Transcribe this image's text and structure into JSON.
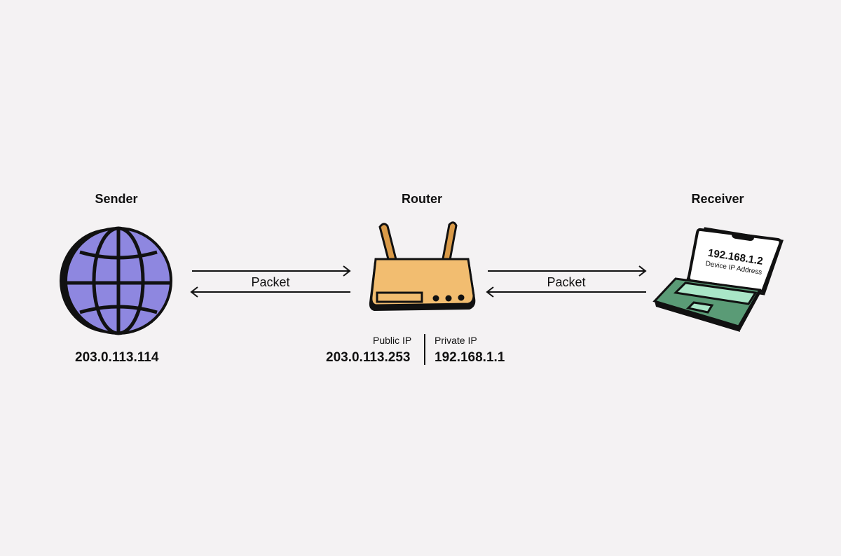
{
  "sender": {
    "title": "Sender",
    "ip": "203.0.113.114",
    "icon": "globe-icon"
  },
  "router": {
    "title": "Router",
    "public_label": "Public IP",
    "public_ip": "203.0.113.253",
    "private_label": "Private IP",
    "private_ip": "192.168.1.1",
    "icon": "router-icon"
  },
  "receiver": {
    "title": "Receiver",
    "screen_ip": "192.168.1.2",
    "screen_caption": "Device IP Address",
    "icon": "laptop-icon"
  },
  "links": [
    {
      "label": "Packet"
    },
    {
      "label": "Packet"
    }
  ],
  "colors": {
    "background": "#f4f2f3",
    "globe": "#8e87e0",
    "router": "#f2bd70",
    "laptop_body": "#5a9b76",
    "laptop_screen": "#ffffff",
    "trackpad": "#a9e6c7"
  }
}
